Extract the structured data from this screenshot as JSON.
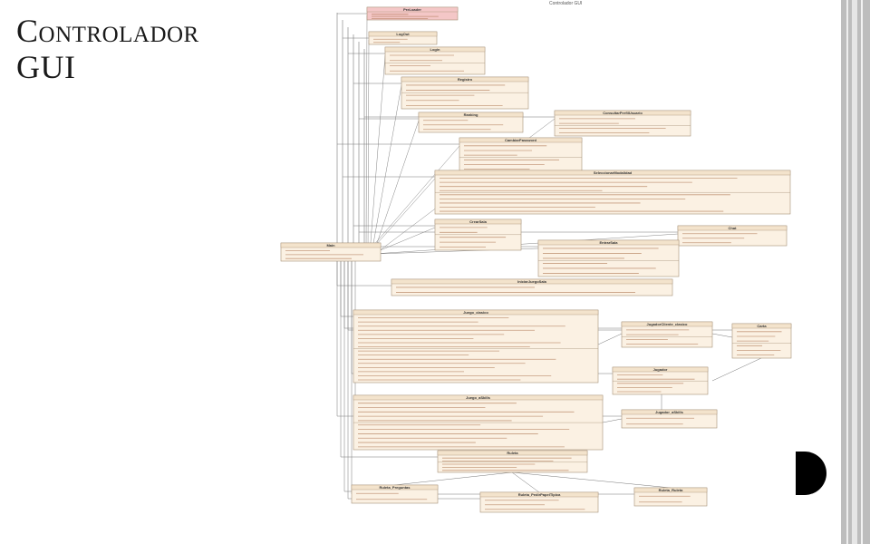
{
  "slide": {
    "title_line1": "Controlador",
    "title_line2": "GUI"
  },
  "diagram": {
    "caption": "Controlador GUI",
    "classes": [
      {
        "name": "PreLoader"
      },
      {
        "name": "LogOut"
      },
      {
        "name": "Login"
      },
      {
        "name": "Registro"
      },
      {
        "name": "Ranking"
      },
      {
        "name": "ConsultarPerfilUsuario"
      },
      {
        "name": "CambiarPassword"
      },
      {
        "name": "SeleccionarModalidad"
      },
      {
        "name": "Main"
      },
      {
        "name": "CrearSala"
      },
      {
        "name": "Chat"
      },
      {
        "name": "EntrarSala"
      },
      {
        "name": "IniciarJuegoSala"
      },
      {
        "name": "Juego_clasico"
      },
      {
        "name": "JugadorCliente_clasico"
      },
      {
        "name": "Carta"
      },
      {
        "name": "Jugador"
      },
      {
        "name": "Juego_aSkills"
      },
      {
        "name": "Jugador_aSkills"
      },
      {
        "name": "Ruleta"
      },
      {
        "name": "Ruleta_Preguntas"
      },
      {
        "name": "Ruleta_PedirPapelTipica"
      },
      {
        "name": "Ruleta_Ruleta"
      }
    ]
  },
  "colors": {
    "box_fill": "#fbf1e3",
    "box_stroke": "#a58f76",
    "header_fill": "#f3e3cc",
    "preloader_fill": "#f4c7c7",
    "line": "#777777"
  }
}
